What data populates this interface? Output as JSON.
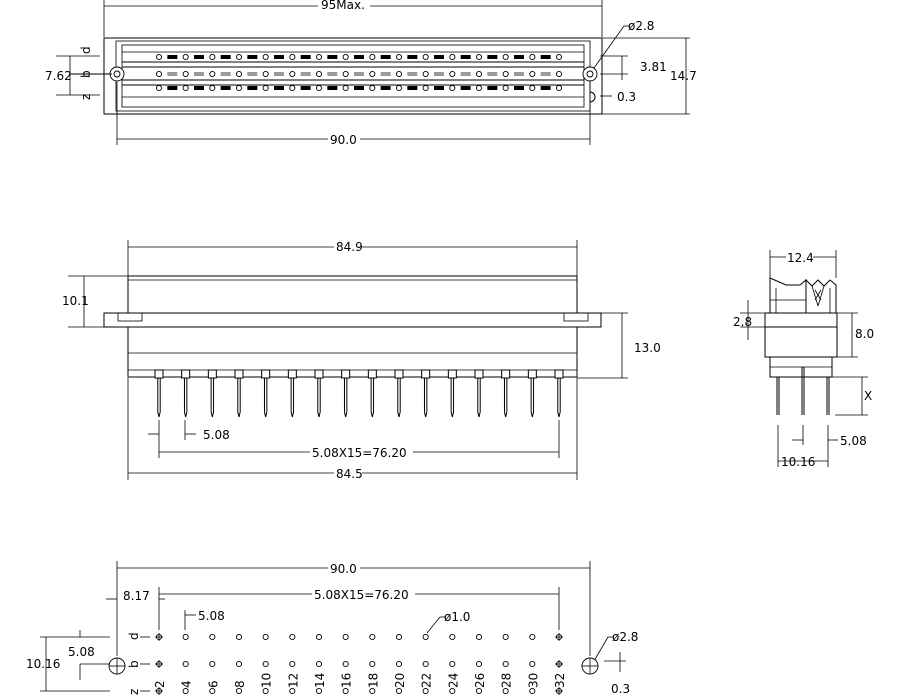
{
  "top_view": {
    "dim_95": "95Max.",
    "dim_90": "90.0",
    "dim_hole_d": "ø2.8",
    "dim_381": "3.81",
    "dim_147": "14.7",
    "dim_762": "7.62",
    "dim_03": "0.3",
    "row_d": "d",
    "row_b": "b",
    "row_z": "z"
  },
  "front_view": {
    "dim_849": "84.9",
    "dim_101": "10.1",
    "dim_130": "13.0",
    "dim_508": "5.08",
    "dim_pitch": "5.08X15=76.20",
    "dim_845": "84.5"
  },
  "side_view": {
    "dim_124": "12.4",
    "dim_28": "2.8",
    "dim_80": "8.0",
    "dim_x": "X",
    "dim_508": "5.08",
    "dim_1016": "10.16"
  },
  "pcb_layout": {
    "dim_90": "90.0",
    "dim_817": "8.17",
    "dim_pitch": "5.08X15=76.20",
    "dim_508a": "5.08",
    "dim_hole_d1": "ø1.0",
    "dim_hole_d2": "ø2.8",
    "dim_508b": "5.08",
    "dim_1016": "10.16",
    "dim_03": "0.3",
    "row_d": "d",
    "row_b": "b",
    "row_z": "z",
    "pin_numbers": [
      "2",
      "4",
      "6",
      "8",
      "10",
      "12",
      "14",
      "16",
      "18",
      "20",
      "22",
      "24",
      "26",
      "28",
      "30",
      "32"
    ]
  }
}
